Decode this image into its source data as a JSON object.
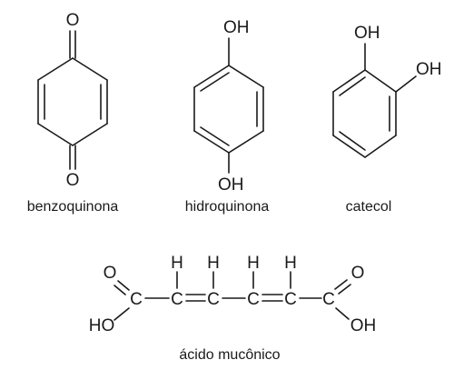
{
  "molecules": {
    "benzoquinona": {
      "top_atom": "O",
      "bottom_atom": "O",
      "name": "benzoquinona"
    },
    "hidroquinona": {
      "top_group": "OH",
      "bottom_group": "OH",
      "name": "hidroquinona"
    },
    "catecol": {
      "group_1": "OH",
      "group_2": "OH",
      "name": "catecol"
    },
    "acido_muconico": {
      "left_carbonyl_o": "O",
      "left_hydroxyl": "HO",
      "right_carbonyl_o": "O",
      "right_hydroxyl": "OH",
      "carbon_label": "C",
      "hydrogen_label": "H",
      "name": "ácido mucônico"
    }
  }
}
